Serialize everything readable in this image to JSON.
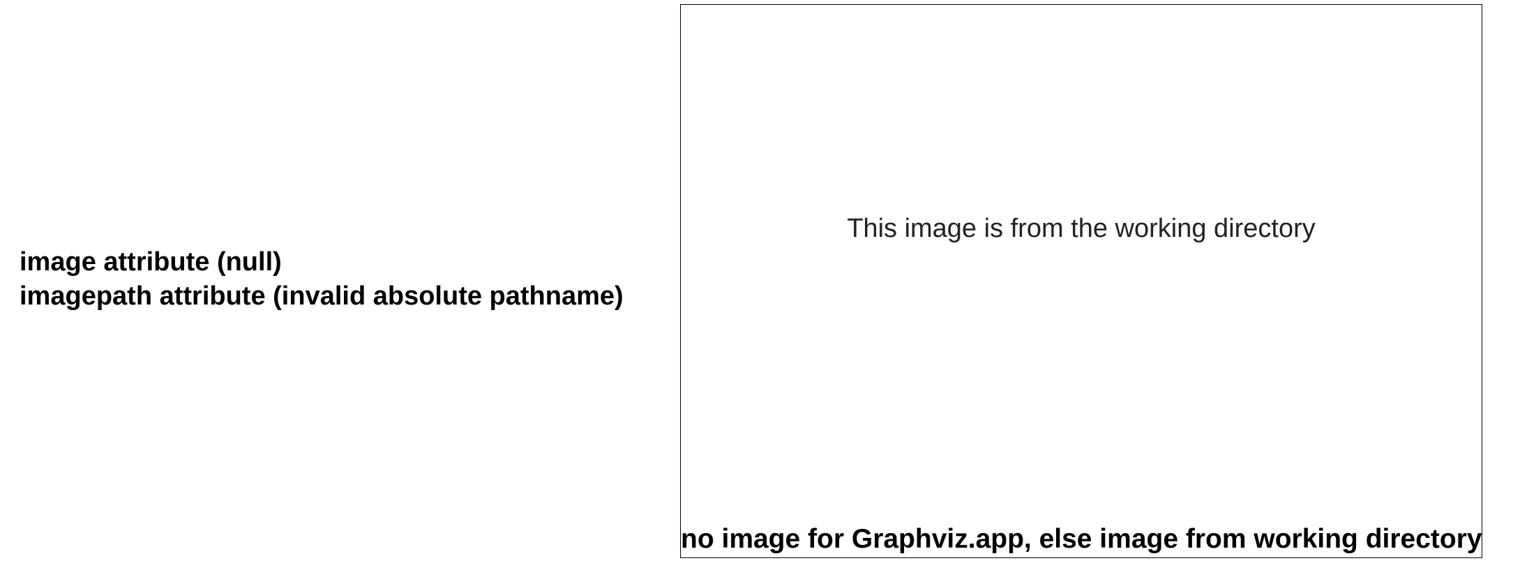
{
  "left_label": {
    "line1": "image attribute (null)",
    "line2": "imagepath attribute (invalid absolute pathname)"
  },
  "image_node": {
    "image_text": "This image is from the working directory",
    "caption": "no image for Graphviz.app, else image from working directory"
  }
}
